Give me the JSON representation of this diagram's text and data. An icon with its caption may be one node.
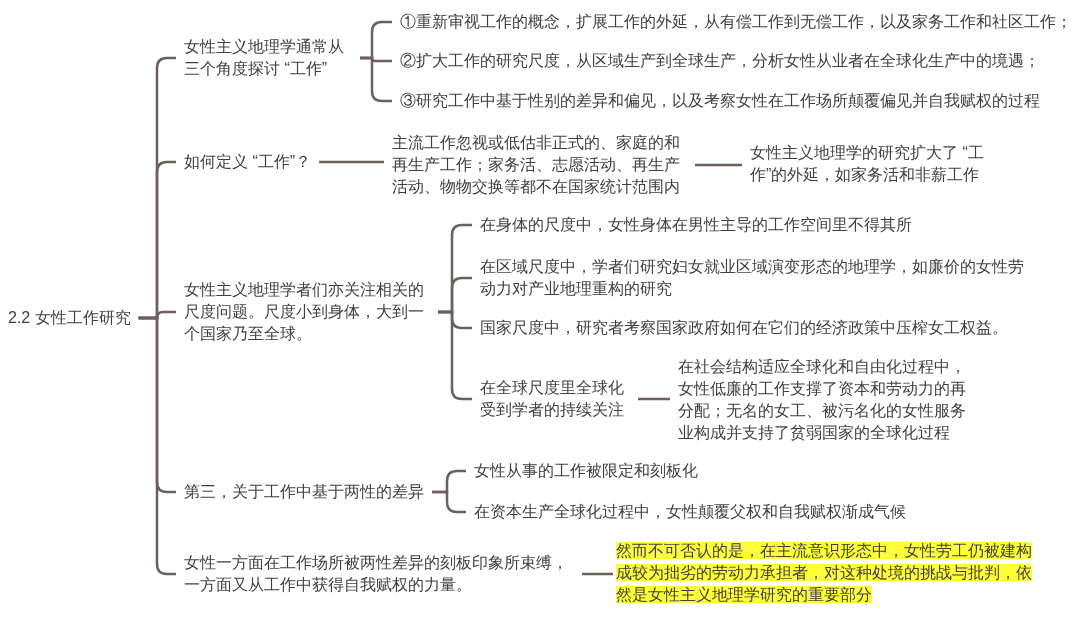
{
  "diagram": {
    "nodes": [
      {
        "text": [
          "2.2 女性工作研究"
        ]
      },
      {
        "text": [
          "女性主义地理学通常从三个角度探讨 “工作”"
        ]
      },
      {
        "text": [
          "①重新审视工作的概念，扩展工作的外延，从有偿工作到无偿工作，以及家务工作和社区工作；"
        ]
      },
      {
        "text": [
          "②扩大工作的研究尺度，从区域生产到全球生产，分析女性从业者在全球化生产中的境遇；"
        ]
      },
      {
        "text": [
          "③研究工作中基于性别的差异和偏见，以及考察女性在工作场所颠覆偏见并自我赋权的过程"
        ]
      },
      {
        "text": [
          "如何定义 “工作”？"
        ]
      },
      {
        "text": [
          "主流工作忽视或低估非正式的、家庭的和再生产工作；家务活、志愿活动、再生产活动、物物交换等都不在国家统计范围内"
        ]
      },
      {
        "text": [
          "女性主义地理学的研究扩大了 “工作”的外延，如家务活和非薪工作"
        ]
      },
      {
        "text": [
          "女性主义地理学者们亦关注相关的尺度问题。尺度小到身体，大到一个国家乃至全球。"
        ]
      },
      {
        "text": [
          "在身体的尺度中，女性身体在男性主导的工作空间里不得其所"
        ]
      },
      {
        "text": [
          "在区域尺度中，学者们研究妇女就业区域演变形态的地理学，如廉价的女性劳动力对产业地理重构的研究"
        ]
      },
      {
        "text": [
          "国家尺度中，研究者考察国家政府如何在它们的经济政策中压榨女工权益。"
        ]
      },
      {
        "text": [
          "在全球尺度里全球化受到学者的持续关注"
        ]
      },
      {
        "text": [
          "在社会结构适应全球化和自由化过程中，女性低廉的工作支撑了资本和劳动力的再分配；无名的女工、被污名化的女性服务业构成并支持了贫弱国家的全球化过程"
        ]
      },
      {
        "text": [
          "第三，关于工作中基于两性的差异"
        ]
      },
      {
        "text": [
          "女性从事的工作被限定和刻板化"
        ]
      },
      {
        "text": [
          "在资本生产全球化过程中，女性颠覆父权和自我赋权渐成气候"
        ]
      },
      {
        "text": [
          "女性一方面在工作场所被两性差异的刻板印象所束缚，一方面又从工作中获得自我赋权的力量。"
        ]
      },
      {
        "text": [
          "然而不可否认的是，在主流意识形态中，女性劳工仍被建构成较为拙劣的劳动力承担者，对这种处境的挑战与批判，依然是女性主义地理学研究的重要部分"
        ]
      }
    ],
    "edges": [
      {
        "from": 0,
        "to": 1,
        "arrow": "none"
      },
      {
        "from": 1,
        "to": 2,
        "arrow": "none"
      },
      {
        "from": 1,
        "to": 3,
        "arrow": "none"
      },
      {
        "from": 1,
        "to": 4,
        "arrow": "none"
      },
      {
        "from": 0,
        "to": 5,
        "arrow": "none"
      },
      {
        "from": 5,
        "to": 6,
        "arrow": "none"
      },
      {
        "from": 6,
        "to": 7,
        "arrow": "none"
      },
      {
        "from": 0,
        "to": 8,
        "arrow": "none"
      },
      {
        "from": 8,
        "to": 9,
        "arrow": "none"
      },
      {
        "from": 8,
        "to": 10,
        "arrow": "none"
      },
      {
        "from": 8,
        "to": 11,
        "arrow": "none"
      },
      {
        "from": 8,
        "to": 12,
        "arrow": "none"
      },
      {
        "from": 12,
        "to": 13,
        "arrow": "none"
      },
      {
        "from": 0,
        "to": 14,
        "arrow": "none"
      },
      {
        "from": 14,
        "to": 15,
        "arrow": "none"
      },
      {
        "from": 14,
        "to": 16,
        "arrow": "none"
      },
      {
        "from": 0,
        "to": 17,
        "arrow": "none"
      },
      {
        "from": 17,
        "to": 18,
        "arrow": "none"
      }
    ]
  }
}
